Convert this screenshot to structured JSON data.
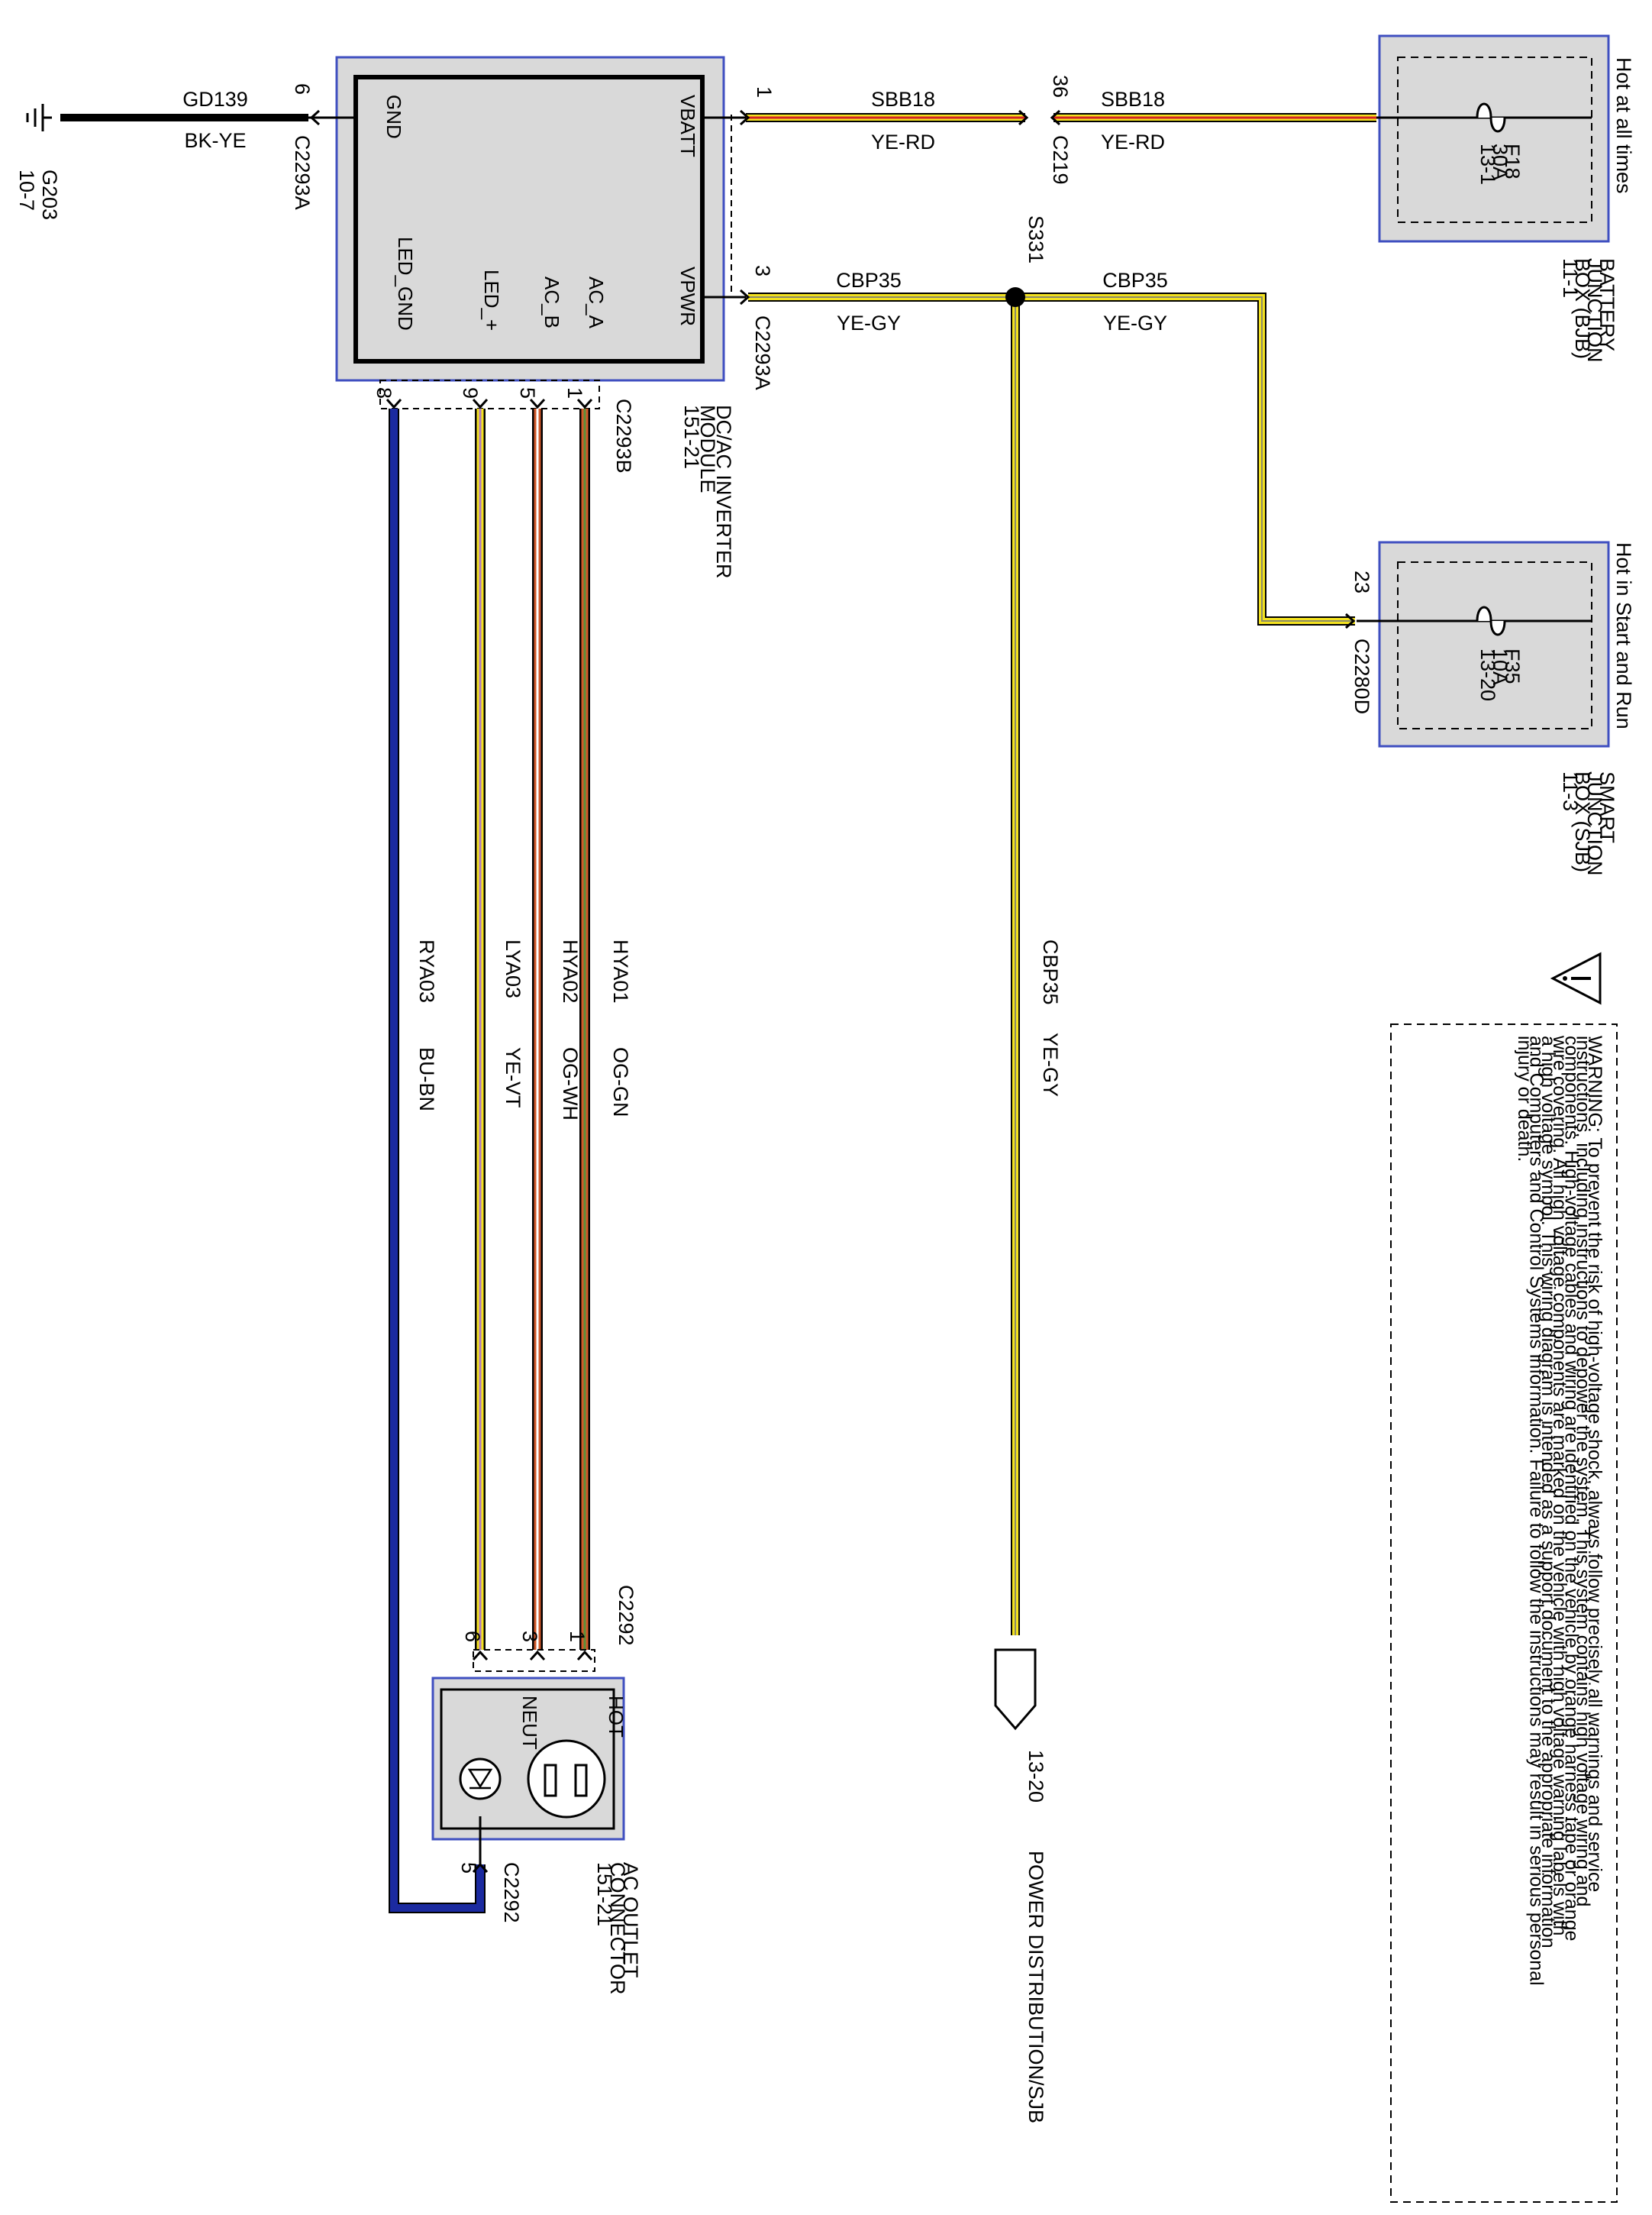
{
  "module": {
    "name": [
      "DC/AC INVERTER",
      "MODULE",
      "151-21"
    ],
    "pins": {
      "gnd": "GND",
      "vbatt": "VBATT",
      "vpwr": "VPWR",
      "led_gnd": "LED_GND",
      "led_plus": "LED_+",
      "ac_b": "AC_B",
      "ac_a": "AC_A"
    }
  },
  "ground": {
    "id": "G203",
    "ref": "10-7"
  },
  "connectors": {
    "c2293a": "C2293A",
    "c2293b": "C2293B",
    "c219": "C219",
    "c2280d": "C2280D",
    "c2292": "C2292",
    "s331": "S331"
  },
  "pins": {
    "gnd": "6",
    "vbatt": "1",
    "vpwr": "3",
    "c219": "36",
    "sjb": "23",
    "led_gnd": "8",
    "led_plus": "9",
    "ac_b": "5",
    "ac_a": "1",
    "outlet_hot": "1",
    "outlet_neut": "3",
    "outlet_led": "6",
    "outlet_gnd": "5"
  },
  "wires": {
    "gd139": {
      "circuit": "GD139",
      "color": "BK-YE"
    },
    "sbb18": {
      "circuit": "SBB18",
      "color": "YE-RD"
    },
    "cbp35": {
      "circuit": "CBP35",
      "color": "YE-GY"
    },
    "rya03": {
      "circuit": "RYA03",
      "color": "BU-BN"
    },
    "lya03": {
      "circuit": "LYA03",
      "color": "YE-VT"
    },
    "hya02": {
      "circuit": "HYA02",
      "color": "OG-WH"
    },
    "hya01": {
      "circuit": "HYA01",
      "color": "OG-GN"
    }
  },
  "bjb": {
    "header": "Hot at all times",
    "name": [
      "BATTERY",
      "JUNCTION",
      "BOX (BJB)",
      "11-1"
    ],
    "fuse": [
      "F18",
      "30A",
      "13-1"
    ]
  },
  "sjb": {
    "header": "Hot in Start and Run",
    "name": [
      "SMART",
      "JUNCTION",
      "BOX (SJB)",
      "11-3"
    ],
    "fuse": [
      "F35",
      "10A",
      "13-20"
    ]
  },
  "outlet": {
    "hot": "HOT",
    "neut": "NEUT",
    "name": [
      "AC OUTLET",
      "CONNECTOR",
      "151-21"
    ]
  },
  "power_dist": {
    "ref": "13-20",
    "label": "POWER DISTRIBUTION/SJB"
  },
  "warning": {
    "lines": [
      "WARNING: To prevent the risk of high-voltage shock, always follow precisely all warnings and service",
      "instructions, including instructions to depower the system. This system contains high voltage wiring and",
      "components. High-voltage cables and wiring are identified on the vehicle by orange harness tape or orange",
      "wire covering. All high voltage components are marked on the vehicle with high voltage warning labels with",
      "a high voltage symbol. This wiring diagram is intended as a support document to the appropriate information",
      "and Computers and Control Systems information. Failure to follow the instructions may result in serious personal",
      "injury or death."
    ]
  },
  "colors": {
    "yellow": "#f3e21f",
    "red": "#d32424",
    "orange": "#d2592a",
    "blue": "#1b2aa0",
    "box_fill": "#d9d9d9",
    "box_border": "#3f4fc0"
  }
}
